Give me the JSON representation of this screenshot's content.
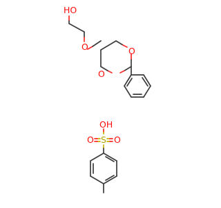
{
  "molecule_1": {
    "atoms": {
      "hydroxyl_label": "HO",
      "ether_oxygen_label": "O",
      "ring_oxygen_top_label": "O",
      "ring_oxygen_bottom_label": "O"
    }
  },
  "molecule_2": {
    "atoms": {
      "sulfonic_hydroxyl_label": "OH",
      "sulfur_label": "S",
      "sulfonyl_oxygen_left_label": "O",
      "sulfonyl_oxygen_right_label": "O"
    }
  },
  "colors": {
    "carbon_bond": "#3c3c3c",
    "oxygen": "#ff0d0d",
    "sulfur": "#b2a400",
    "background": "#ffffff"
  }
}
